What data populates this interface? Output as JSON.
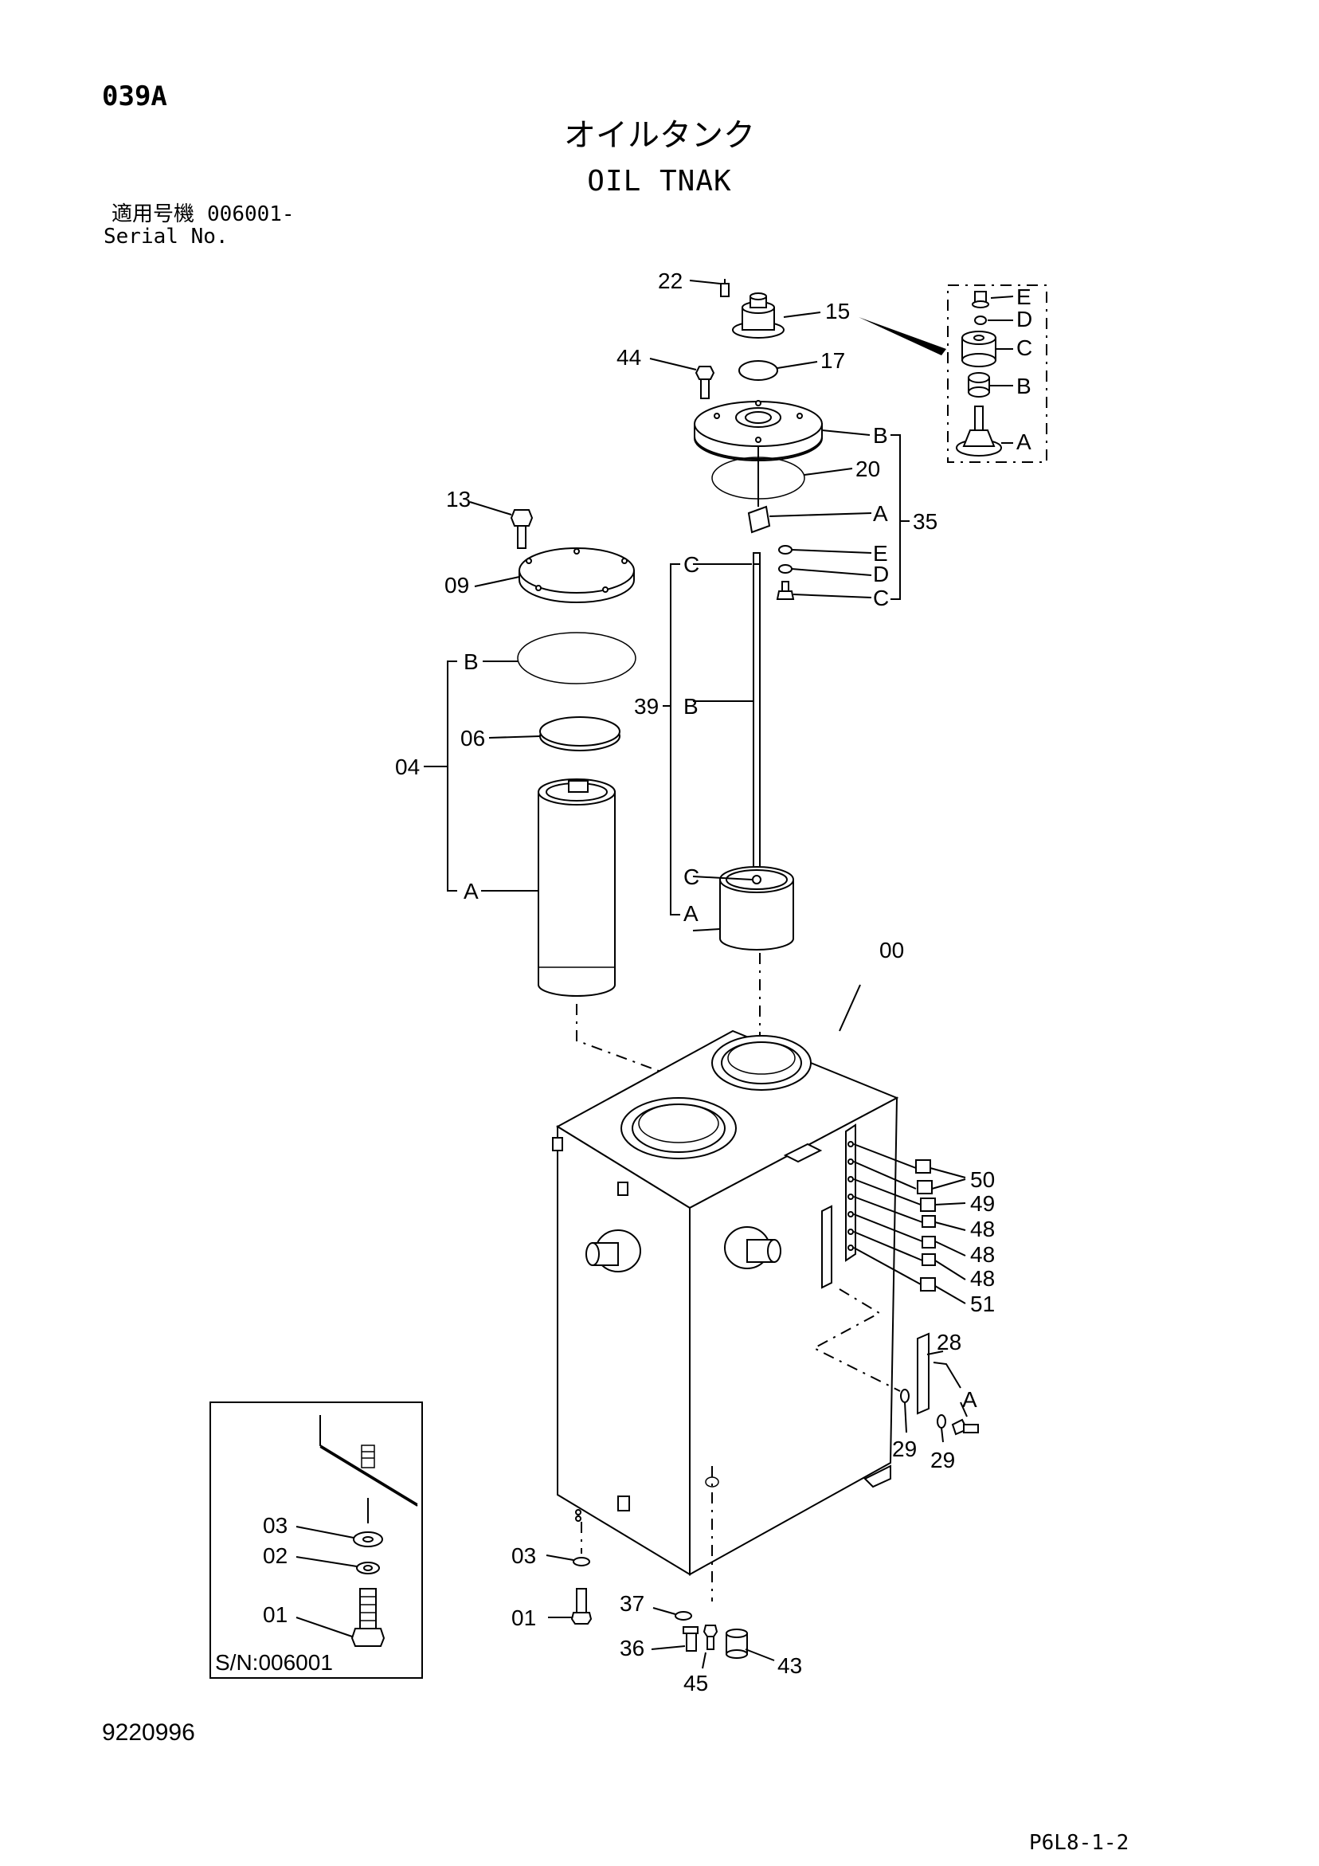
{
  "page_code": "039A",
  "title_jp": "オイルタンク",
  "title_en": "OIL TNAK",
  "serial": {
    "label_jp": "適用号機",
    "value": "006001-",
    "label_en": "Serial No."
  },
  "inset_serial": "S/N:006001",
  "drawing_number": "9220996",
  "page_ref": "P6L8-1-2",
  "callouts": {
    "c22": "22",
    "c15": "15",
    "c44": "44",
    "c17": "17",
    "c20": "20",
    "c35": "35",
    "c13": "13",
    "c09": "09",
    "c04": "04",
    "c06": "06",
    "c39": "39",
    "c00": "00",
    "c50": "50",
    "c49": "49",
    "c48a": "48",
    "c48b": "48",
    "c48c": "48",
    "c51": "51",
    "c28": "28",
    "c29a": "29",
    "c29b": "29",
    "c03": "03",
    "c01": "01",
    "c37": "37",
    "c36": "36",
    "c45": "45",
    "c43": "43",
    "i03": "03",
    "i02": "02",
    "i01": "01"
  },
  "subletters": {
    "kit_e": "E",
    "kit_d": "D",
    "kit_c": "C",
    "kit_b": "B",
    "kit_a": "A",
    "s35_b": "B",
    "s35_a": "A",
    "s35_e": "E",
    "s35_d": "D",
    "s35_c": "C",
    "s39_c1": "C",
    "s39_b": "B",
    "s39_c2": "C",
    "s39_a": "A",
    "s04_b": "B",
    "s04_a": "A",
    "s28_a": "A"
  }
}
